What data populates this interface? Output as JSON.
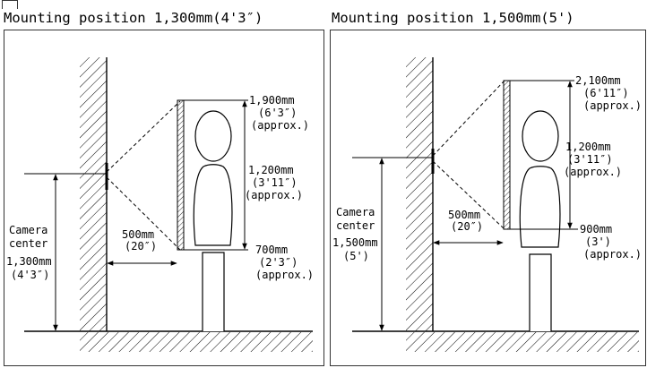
{
  "left_panel": {
    "title": "Mounting position 1,300mm(4'3″)",
    "top_label": [
      "1,900mm",
      "(6'3″)",
      "(approx.)"
    ],
    "range_label": [
      "1,200mm",
      "(3'11″)",
      "(approx.)"
    ],
    "bottom_label": [
      "700mm",
      "(2'3″)",
      "(approx.)"
    ],
    "distance_label": [
      "500mm",
      "(20″)"
    ],
    "camera_label": [
      "Camera",
      "center",
      "1,300mm",
      "(4'3″)"
    ]
  },
  "right_panel": {
    "title": "Mounting position 1,500mm(5')",
    "top_label": [
      "2,100mm",
      "(6'11″)",
      "(approx.)"
    ],
    "range_label": [
      "1,200mm",
      "(3'11″)",
      "(approx.)"
    ],
    "bottom_label": [
      "900mm",
      "(3')",
      "(approx.)"
    ],
    "distance_label": [
      "500mm",
      "(20″)"
    ],
    "camera_label": [
      "Camera",
      "center",
      "1,500mm",
      "(5')"
    ]
  }
}
